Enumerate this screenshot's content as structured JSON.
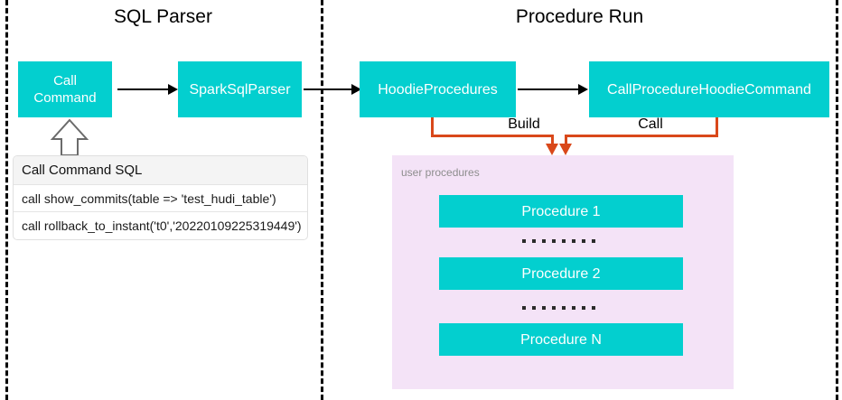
{
  "diagram": {
    "sections": [
      {
        "id": "sql-parser",
        "title": "SQL Parser"
      },
      {
        "id": "procedure-run",
        "title": "Procedure Run"
      }
    ],
    "nodes": {
      "call_command": "Call\nCommand",
      "call_command_line1": "Call",
      "call_command_line2": "Command",
      "spark_sql_parser": "SparkSqlParser",
      "hoodie_procedures": "HoodieProcedures",
      "call_procedure_hoodie_command": "CallProcedureHoodieCommand"
    },
    "edges": {
      "build_label": "Build",
      "call_label": "Call"
    },
    "sql_table": {
      "header": "Call Command SQL",
      "rows": [
        "call show_commits(table => 'test_hudi_table')",
        "call rollback_to_instant('t0','20220109225319449')"
      ]
    },
    "user_procedures": {
      "label": "user procedures",
      "items": [
        "Procedure 1",
        "Procedure 2",
        "Procedure N"
      ],
      "ellipsis_dots": 8
    },
    "colors": {
      "node_fill": "#03cfcf",
      "node_text": "#ffffff",
      "panel_fill": "#f4e3f7",
      "panel_label": "#8d8d8d",
      "connector_orange": "#d9481a",
      "connector_black": "#000000",
      "divider": "#000000",
      "table_header_fill": "#f4f4f4",
      "background": "#ffffff"
    }
  }
}
